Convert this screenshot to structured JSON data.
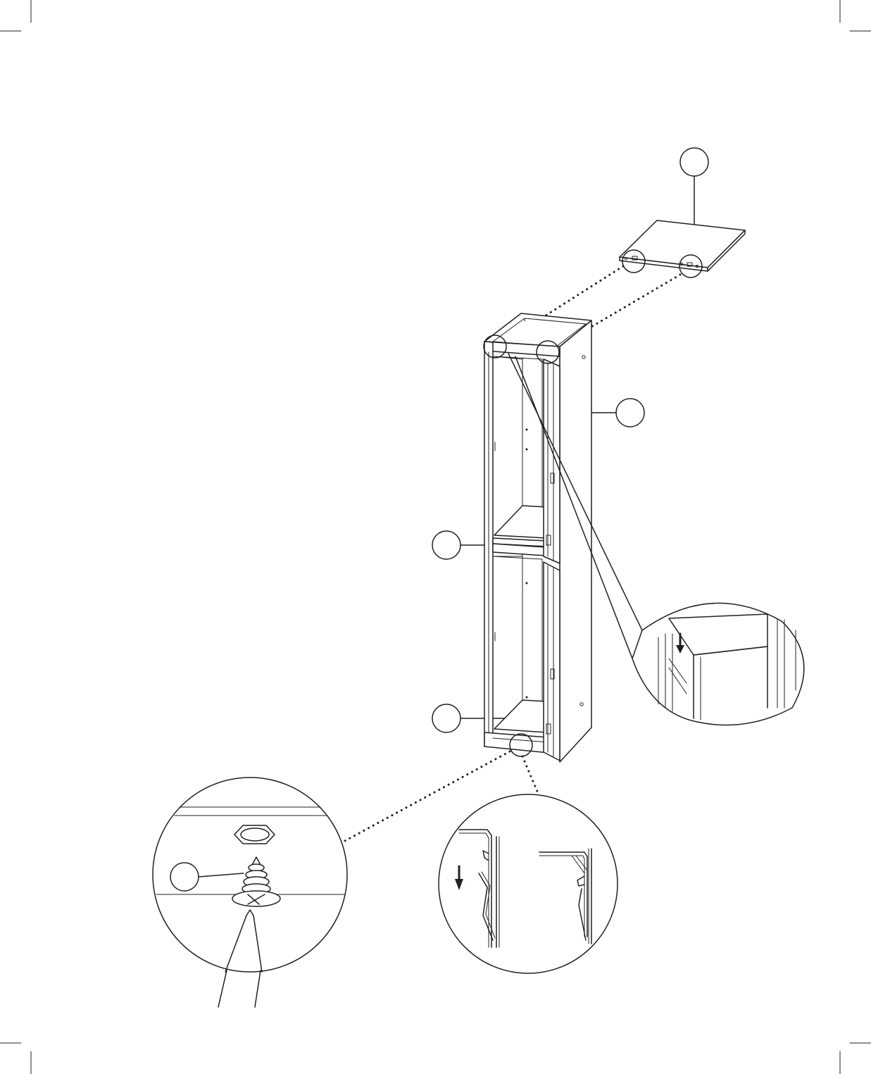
{
  "figure": {
    "ink_color": "#231f20",
    "background_color": "#ffffff",
    "callouts": [
      {
        "id": "top-panel",
        "label": ""
      },
      {
        "id": "side-panel",
        "label": ""
      },
      {
        "id": "middle-shelf",
        "label": ""
      },
      {
        "id": "bottom-shelf",
        "label": ""
      },
      {
        "id": "screw",
        "label": ""
      }
    ],
    "detail_views": [
      {
        "id": "top-corner-detail",
        "icon": "arrow-down-icon"
      },
      {
        "id": "screw-detail",
        "icon": "screwdriver-icon"
      },
      {
        "id": "clip-detail",
        "icon": "arrow-down-icon"
      }
    ]
  }
}
